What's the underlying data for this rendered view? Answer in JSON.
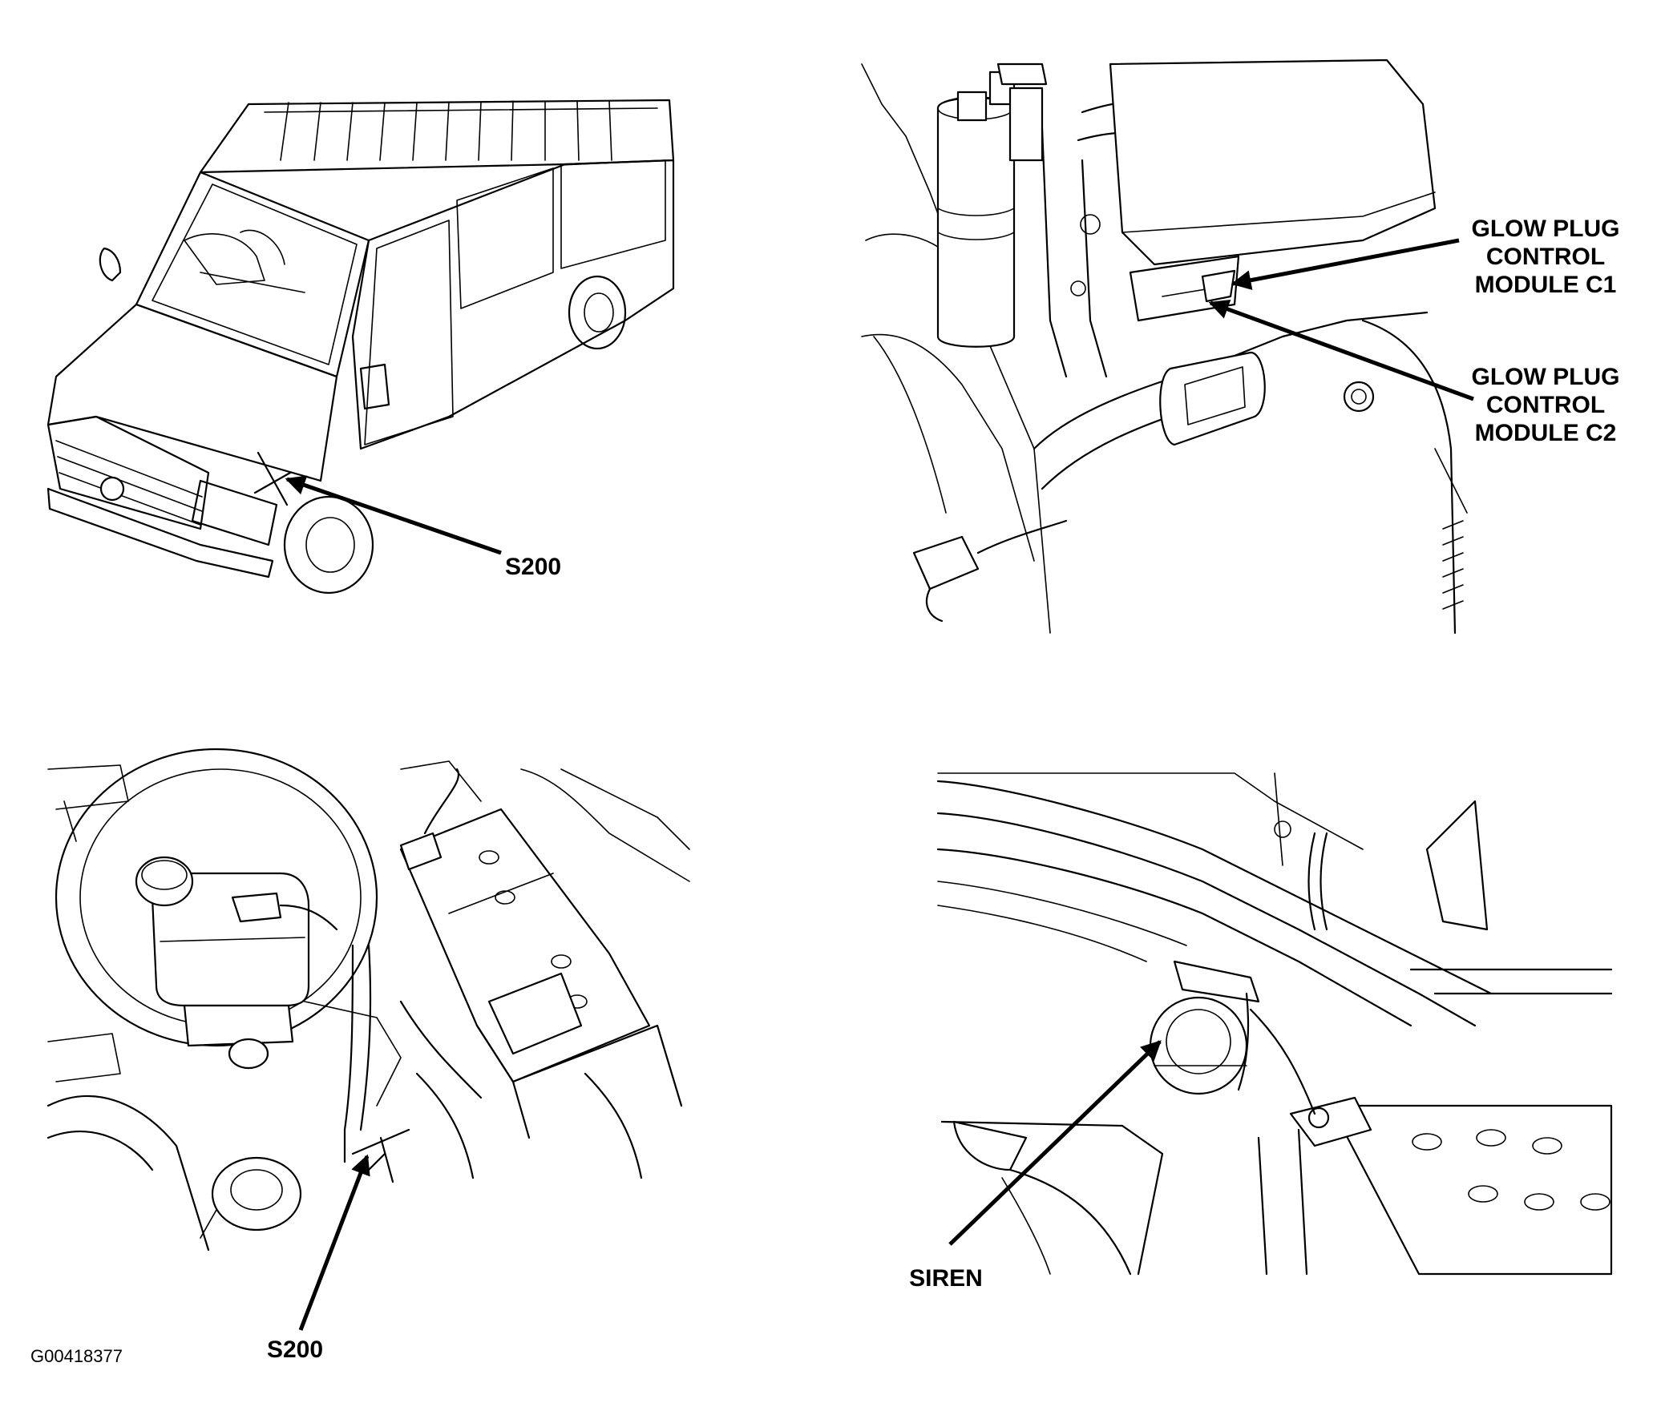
{
  "labels": {
    "s200_van": "S200",
    "glow_c1_line1": "GLOW PLUG",
    "glow_c1_line2": "CONTROL",
    "glow_c1_line3": "MODULE C1",
    "glow_c2_line1": "GLOW PLUG",
    "glow_c2_line2": "CONTROL",
    "glow_c2_line3": "MODULE C2",
    "s200_engine": "S200",
    "siren": "SIREN",
    "figure_id": "G00418377"
  },
  "panels": [
    "van-exterior-view",
    "glow-plug-module-view",
    "battery-bay-view",
    "siren-location-view"
  ]
}
